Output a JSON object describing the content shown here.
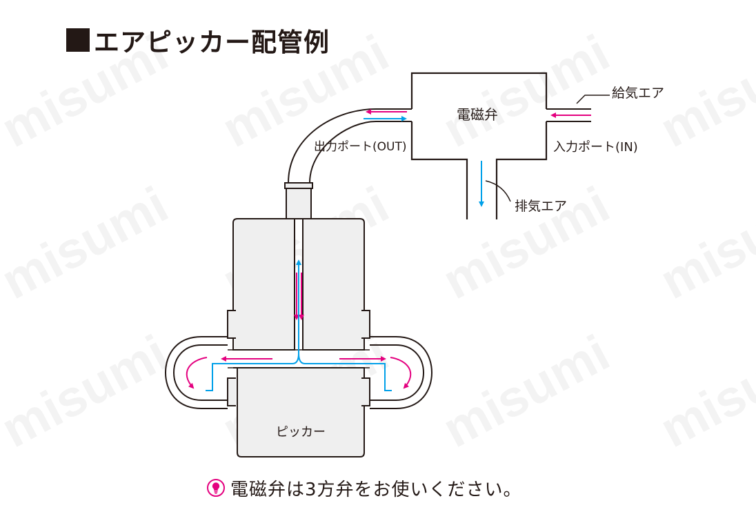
{
  "title": "エアピッカー配管例",
  "labels": {
    "solenoid_valve": "電磁弁",
    "supply_air": "給気エア",
    "output_port": "出力ポート(OUT)",
    "input_port": "入力ポート(IN)",
    "exhaust_air": "排気エア",
    "picker": "ピッカー"
  },
  "watermark": "misumi",
  "note": "電磁弁は3方弁をお使いください。",
  "icons": {
    "note": "lightbulb-icon"
  },
  "colors": {
    "supply_arrow": "#e4007f",
    "return_arrow": "#00a0e9",
    "outline": "#231815",
    "body_fill": "#efefef",
    "watermark": "#f3f3f3"
  }
}
